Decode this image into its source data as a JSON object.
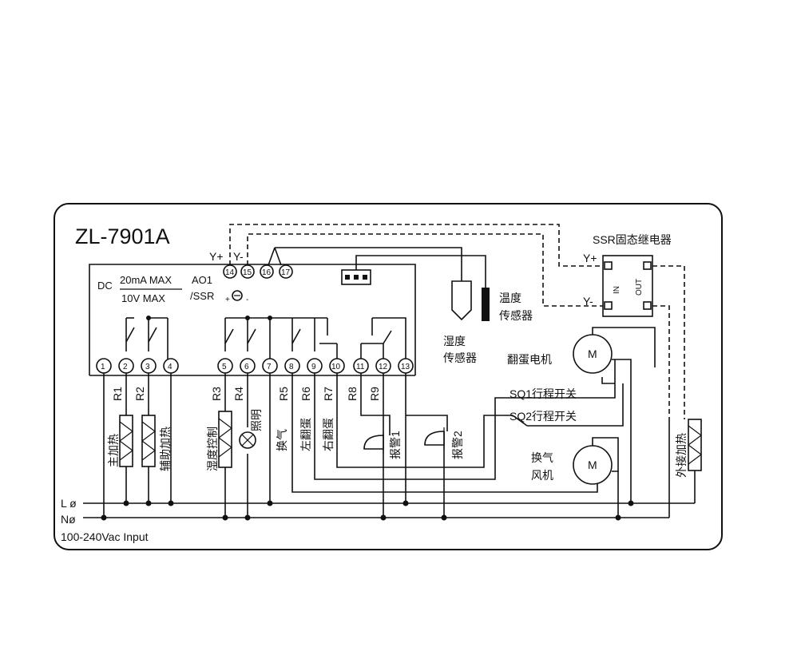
{
  "model": "ZL-7901A",
  "ao": {
    "dc": "DC",
    "current": "20mA MAX",
    "voltage": "10V MAX",
    "ao1": "AO1",
    "ssr": "/SSR",
    "plus": "+",
    "minus": "-"
  },
  "signal": {
    "yplus": "Y+",
    "yminus": "Y-"
  },
  "ssr_relay": {
    "title": "SSR固态继电器",
    "yplus": "Y+",
    "yminus": "Y-",
    "in": "IN",
    "out": "OUT"
  },
  "sensors": {
    "temp_line1": "温度",
    "temp_line2": "传感器",
    "hum_line1": "湿度",
    "hum_line2": "传感器"
  },
  "terminals": [
    "1",
    "2",
    "3",
    "4",
    "5",
    "6",
    "7",
    "8",
    "9",
    "10",
    "11",
    "12",
    "13",
    "14",
    "15",
    "16",
    "17"
  ],
  "relays": [
    "R1",
    "R2",
    "R3",
    "R4",
    "R5",
    "R6",
    "R7",
    "R8",
    "R9"
  ],
  "loads": {
    "main_heat": "主加热",
    "aux_heat": "辅助加热",
    "hum_ctrl": "湿度控制",
    "lighting": "照明",
    "vent": "换气",
    "left_turn": "左翻蛋",
    "right_turn": "右翻蛋",
    "alarm1": "报警1",
    "alarm2": "报警2",
    "ext_heat": "外接加热"
  },
  "turn_motor": "翻蛋电机",
  "motor_symbol": "M",
  "sq1": "SQ1行程开关",
  "sq2": "SQ2行程开关",
  "vent_fan_line1": "换气",
  "vent_fan_line2": "风机",
  "power": {
    "l": "L ø",
    "n": "Nø",
    "input": "100-240Vac  Input"
  }
}
